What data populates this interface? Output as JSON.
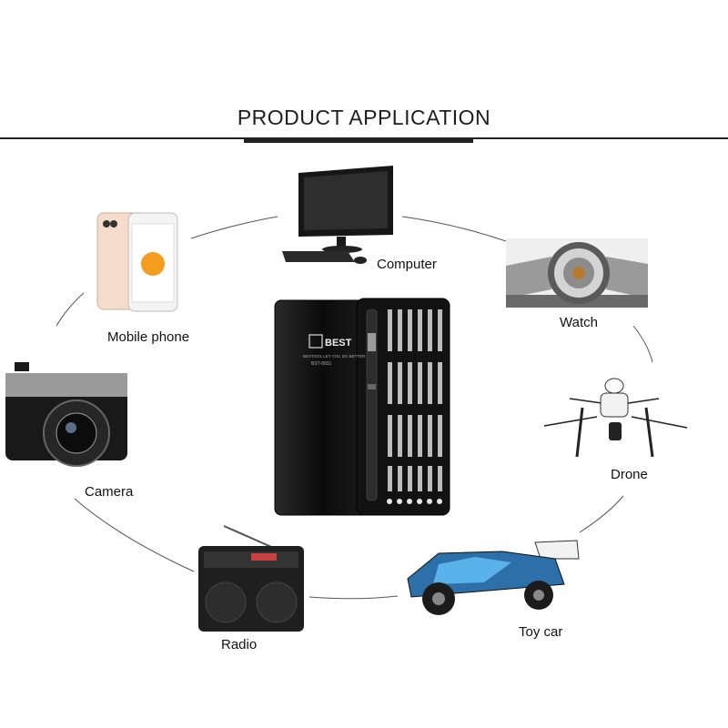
{
  "header": {
    "title": "PRODUCT APPLICATION"
  },
  "product": {
    "brand": "BEST",
    "slogan": "BESTOOL LET YOU DO BETTER",
    "model": "BST-8931"
  },
  "applications": [
    {
      "id": "computer",
      "label": "Computer"
    },
    {
      "id": "watch",
      "label": "Watch"
    },
    {
      "id": "drone",
      "label": "Drone"
    },
    {
      "id": "toy-car",
      "label": "Toy car"
    },
    {
      "id": "radio",
      "label": "Radio"
    },
    {
      "id": "camera",
      "label": "Camera"
    },
    {
      "id": "mobile-phone",
      "label": "Mobile phone"
    }
  ],
  "colors": {
    "text": "#111111",
    "case": "#0d0d0d",
    "accent_car": "#3a9ad9",
    "phone_orange": "#f39c1e"
  }
}
